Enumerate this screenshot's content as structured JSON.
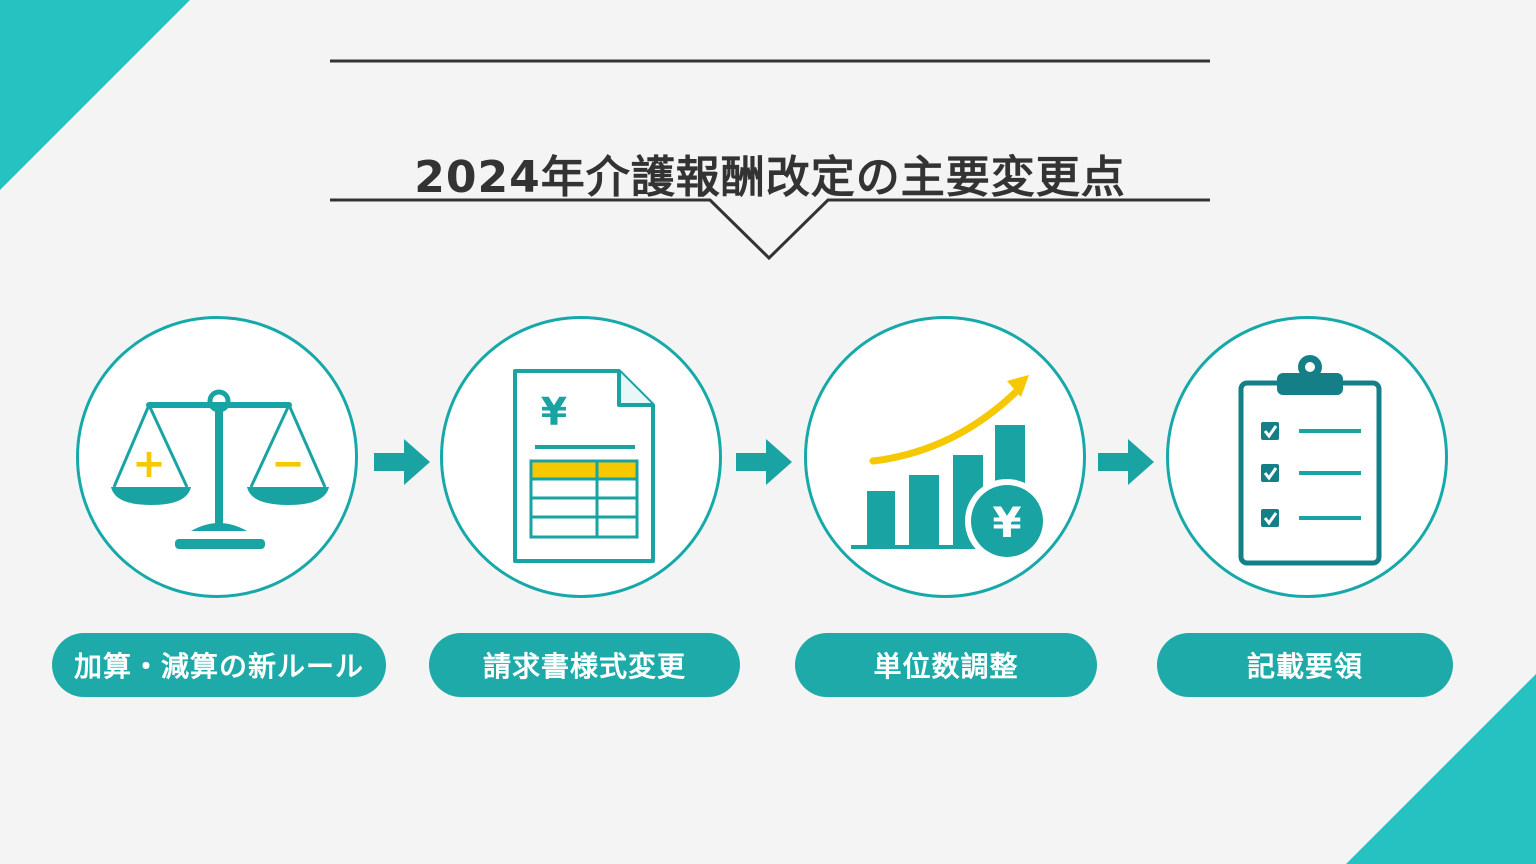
{
  "title": "2024年介護報酬改定の主要変更点",
  "colors": {
    "teal": "#17a9a9",
    "pill": "#1eaaa8",
    "accent_yellow": "#f5c800",
    "corner": "#26c2c2",
    "text": "#333333"
  },
  "steps": [
    {
      "label": "加算・減算の新ルール",
      "icon": "balance-scale-icon",
      "marks": {
        "plus": "+",
        "minus": "−"
      }
    },
    {
      "label": "請求書様式変更",
      "icon": "invoice-document-icon",
      "marks": {
        "currency": "¥"
      }
    },
    {
      "label": "単位数調整",
      "icon": "rising-bar-chart-yen-icon",
      "marks": {
        "currency": "¥"
      }
    },
    {
      "label": "記載要領",
      "icon": "clipboard-checklist-icon"
    }
  ]
}
